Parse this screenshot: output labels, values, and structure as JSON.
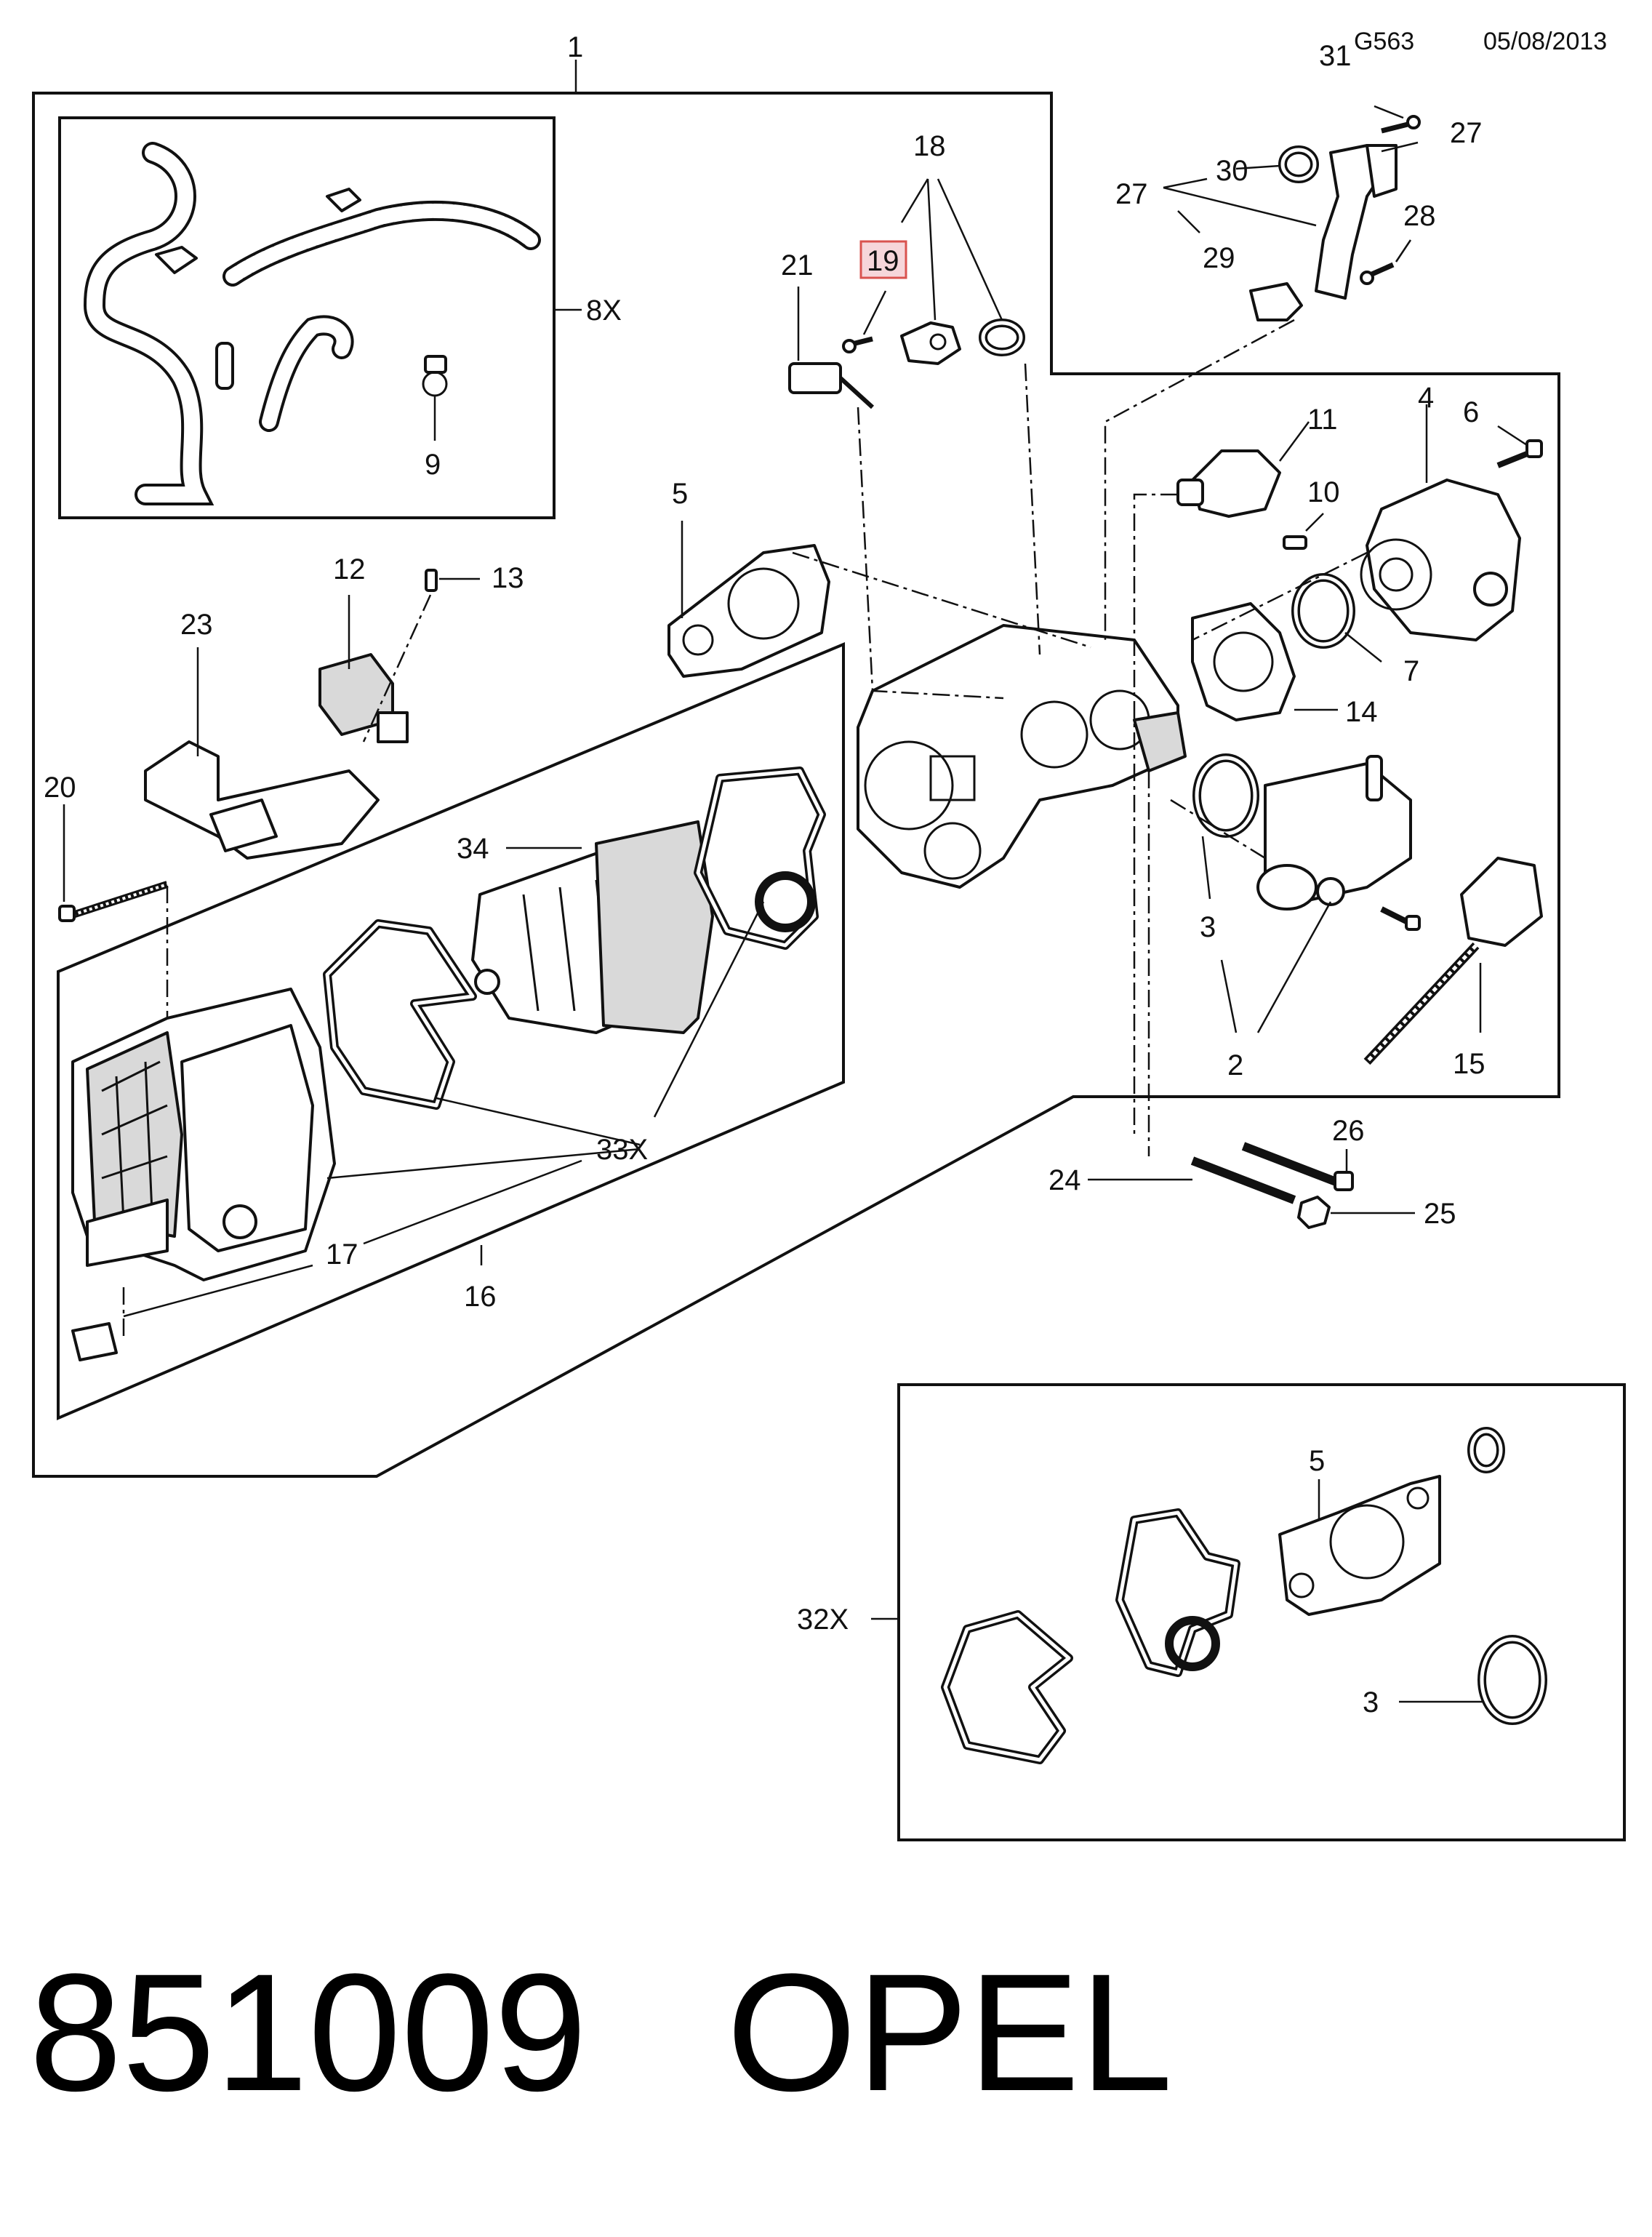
{
  "header": {
    "code": "G563",
    "date": "05/08/2013"
  },
  "callouts": {
    "c1": "1",
    "c2": "2",
    "c3": "3",
    "c4": "4",
    "c5": "5",
    "c6": "6",
    "c7": "7",
    "c8x": "8X",
    "c9": "9",
    "c10": "10",
    "c11": "11",
    "c12": "12",
    "c13": "13",
    "c14": "14",
    "c15": "15",
    "c16": "16",
    "c17": "17",
    "c18": "18",
    "c19": "19",
    "c20": "20",
    "c21": "21",
    "c23": "23",
    "c24": "24",
    "c25": "25",
    "c26": "26",
    "c27": "27",
    "c28": "28",
    "c29": "29",
    "c30": "30",
    "c31": "31",
    "c32x": "32X",
    "c33x": "33X",
    "c34": "34"
  },
  "highlighted_callout": "19",
  "highlight_color": "#d9534f",
  "footer": {
    "part_number": "851009",
    "brand": "OPEL"
  }
}
